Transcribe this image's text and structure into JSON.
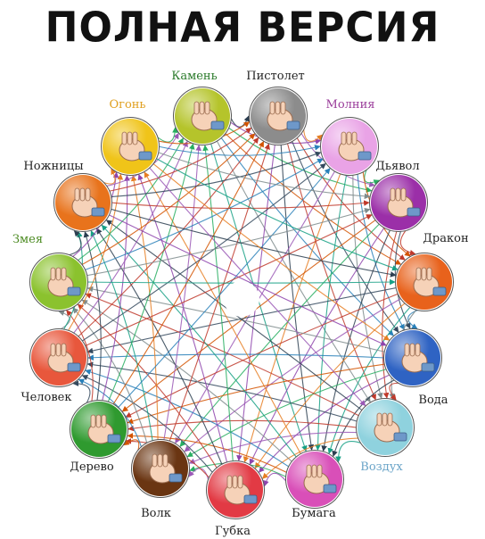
{
  "title": "ПОЛНАЯ ВЕРСИЯ",
  "nodes": [
    {
      "id": "kamen",
      "label": "Камень",
      "color": "#b5c42b",
      "label_color": "#2a7a2a",
      "icon": "fist-icon"
    },
    {
      "id": "pistolet",
      "label": "Пистолет",
      "color": "#8c8c8c",
      "label_color": "#222222",
      "icon": "gun-hand-icon"
    },
    {
      "id": "molniya",
      "label": "Молния",
      "color": "#e9a3e6",
      "label_color": "#9a3c9a",
      "icon": "lightning-hand-icon"
    },
    {
      "id": "dyavol",
      "label": "Дьявол",
      "color": "#9b2fa8",
      "label_color": "#222222",
      "icon": "horns-hand-icon"
    },
    {
      "id": "drakon",
      "label": "Дракон",
      "color": "#e8621c",
      "label_color": "#222222",
      "icon": "dragon-hand-icon"
    },
    {
      "id": "voda",
      "label": "Вода",
      "color": "#2f63c3",
      "label_color": "#222222",
      "icon": "cupped-hand-icon"
    },
    {
      "id": "vozduh",
      "label": "Воздух",
      "color": "#8fd2de",
      "label_color": "#6aa4c8",
      "icon": "air-hand-icon"
    },
    {
      "id": "bumaga",
      "label": "Бумага",
      "color": "#d94fb8",
      "label_color": "#222222",
      "icon": "flat-hand-icon"
    },
    {
      "id": "gubka",
      "label": "Губка",
      "color": "#e23a44",
      "label_color": "#222222",
      "icon": "sponge-hand-icon"
    },
    {
      "id": "volk",
      "label": "Волк",
      "color": "#6a3512",
      "label_color": "#222222",
      "icon": "wolf-hand-icon"
    },
    {
      "id": "derevo",
      "label": "Дерево",
      "color": "#2f9a2f",
      "label_color": "#222222",
      "icon": "thumb-down-hand-icon"
    },
    {
      "id": "chelovek",
      "label": "Человек",
      "color": "#e8573c",
      "label_color": "#222222",
      "icon": "walking-fingers-icon"
    },
    {
      "id": "zmeya",
      "label": "Змея",
      "color": "#8bc22e",
      "label_color": "#4a8a20",
      "icon": "snake-hand-icon"
    },
    {
      "id": "nozhnitsy",
      "label": "Ножницы",
      "color": "#e8731c",
      "label_color": "#222222",
      "icon": "scissors-hand-icon"
    },
    {
      "id": "ogon",
      "label": "Огонь",
      "color": "#f0c419",
      "label_color": "#e0a020",
      "icon": "fire-hand-icon"
    }
  ]
}
